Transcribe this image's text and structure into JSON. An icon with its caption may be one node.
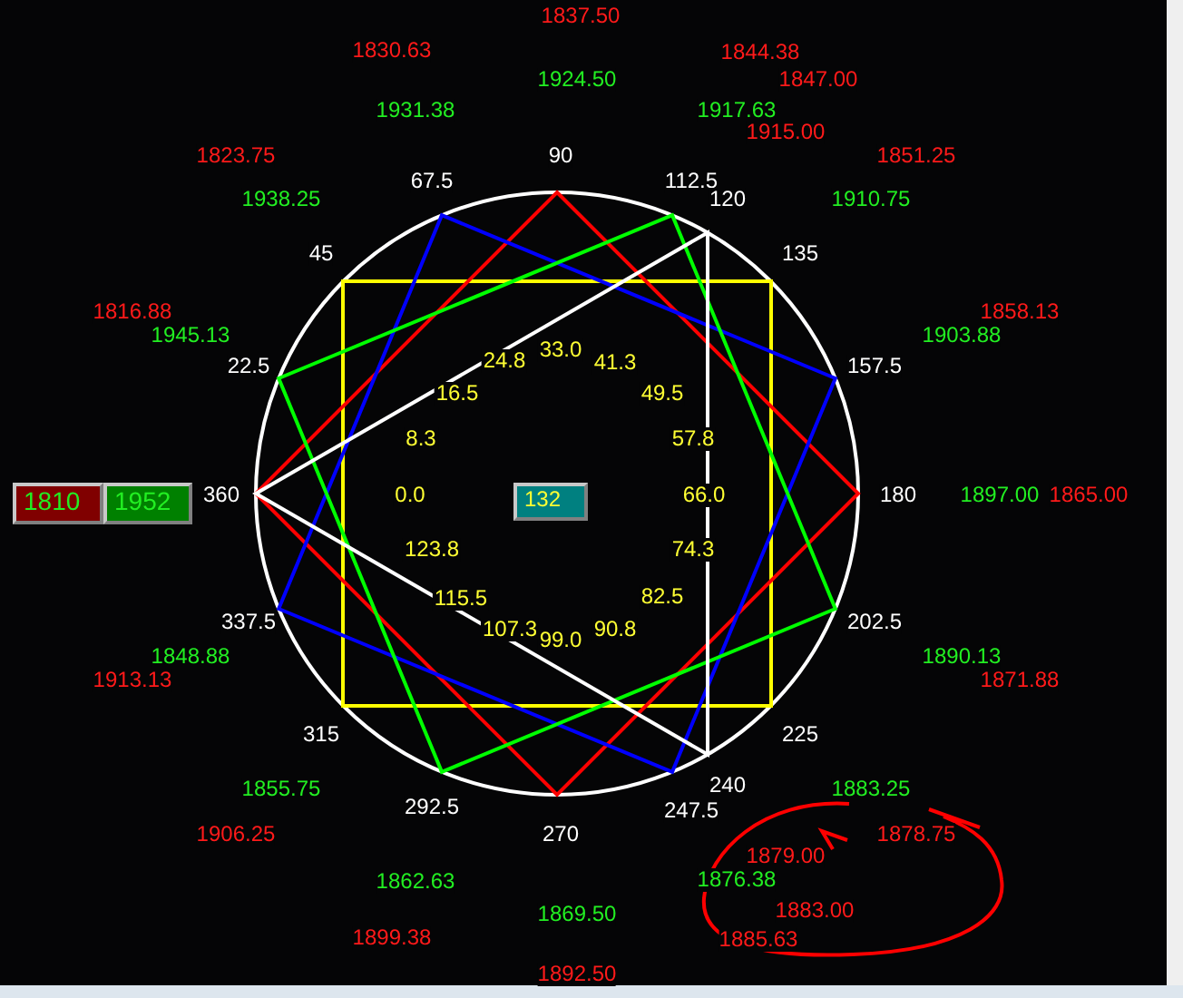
{
  "diagram": {
    "nodes": [
      {
        "text": [
          "1810"
        ]
      },
      {
        "text": [
          "1952"
        ]
      },
      {
        "text": [
          "132"
        ]
      }
    ],
    "labels": [
      "1837.50",
      "1830.63",
      "1844.38",
      "1924.50",
      "1847.00",
      "1931.38",
      "1917.63",
      "1915.00",
      "1823.75",
      "90",
      "1851.25",
      "67.5",
      "112.5",
      "1938.25",
      "120",
      "1910.75",
      "45",
      "135",
      "1816.88",
      "1858.13",
      "1945.13",
      "1903.88",
      "22.5",
      "24.8",
      "33.0",
      "41.3",
      "157.5",
      "16.5",
      "49.5",
      "8.3",
      "57.8",
      "360",
      "0.0",
      "66.0",
      "180",
      "1897.00",
      "1865.00",
      "123.8",
      "74.3",
      "115.5",
      "82.5",
      "337.5",
      "202.5",
      "107.3",
      "90.8",
      "99.0",
      "1848.88",
      "1890.13",
      "1913.13",
      "1871.88",
      "315",
      "225",
      "1855.75",
      "292.5",
      "247.5",
      "240",
      "1883.25",
      "1906.25",
      "270",
      "1878.75",
      "1879.00",
      "1862.63",
      "1876.38",
      "1869.50",
      "1883.00",
      "1899.38",
      "1885.63",
      "1892.50"
    ]
  }
}
